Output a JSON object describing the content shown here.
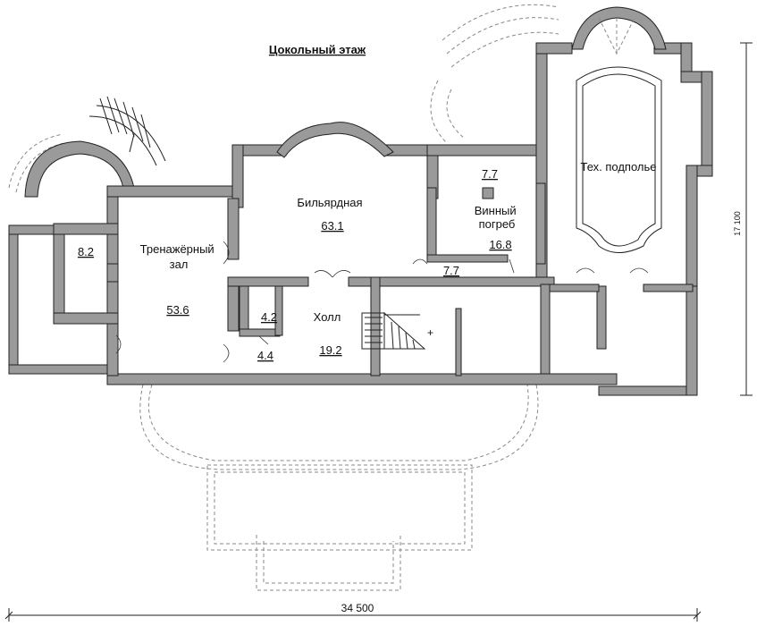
{
  "title": "Цокольный этаж",
  "rooms": {
    "gym": {
      "name": "Тренажёрный зал",
      "area": "53.6"
    },
    "billiard": {
      "name": "Бильярдная",
      "area": "63.1"
    },
    "wine": {
      "name": "Винный погреб",
      "area": "16.8"
    },
    "tech": {
      "name": "Тех. подполье"
    },
    "hall": {
      "name": "Холл",
      "area": "19.2"
    },
    "small_8_2": {
      "area": "8.2"
    },
    "upper_7_7": {
      "area": "7.7"
    },
    "lower_7_7": {
      "area": "7.7"
    },
    "small_4_2": {
      "area": "4.2"
    },
    "small_4_4": {
      "area": "4.4"
    }
  },
  "dimensions": {
    "width": "34 500",
    "height": "17 100"
  }
}
